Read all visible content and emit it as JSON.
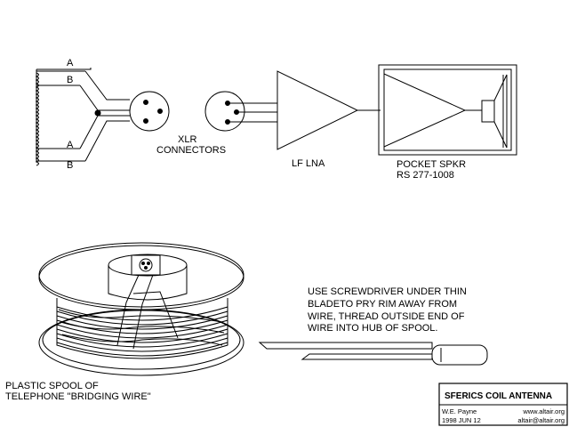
{
  "colors": {
    "ink": "#000000",
    "background": "#ffffff"
  },
  "schematic": {
    "coil_wire_labels": [
      "A",
      "B",
      "A",
      "B"
    ],
    "xlr_label": [
      "XLR",
      "CONNECTORS"
    ],
    "lna_label": "LF  LNA",
    "speaker_label": [
      "POCKET SPKR",
      "RS 277-1008"
    ]
  },
  "spool": {
    "caption": [
      "PLASTIC SPOOL OF",
      "TELEPHONE \"BRIDGING WIRE\""
    ]
  },
  "instructions": {
    "lines": [
      "USE SCREWDRIVER UNDER THIN",
      "BLADETO  PRY RIM AWAY FROM",
      "WIRE, THREAD OUTSIDE END OF",
      "WIRE INTO HUB OF SPOOL."
    ]
  },
  "title_block": {
    "title": "SFERICS COIL ANTENNA",
    "author": "W.E. Payne",
    "date": "1998 JUN 12",
    "website": "www.altair.org",
    "email": "altair@altair.org"
  }
}
